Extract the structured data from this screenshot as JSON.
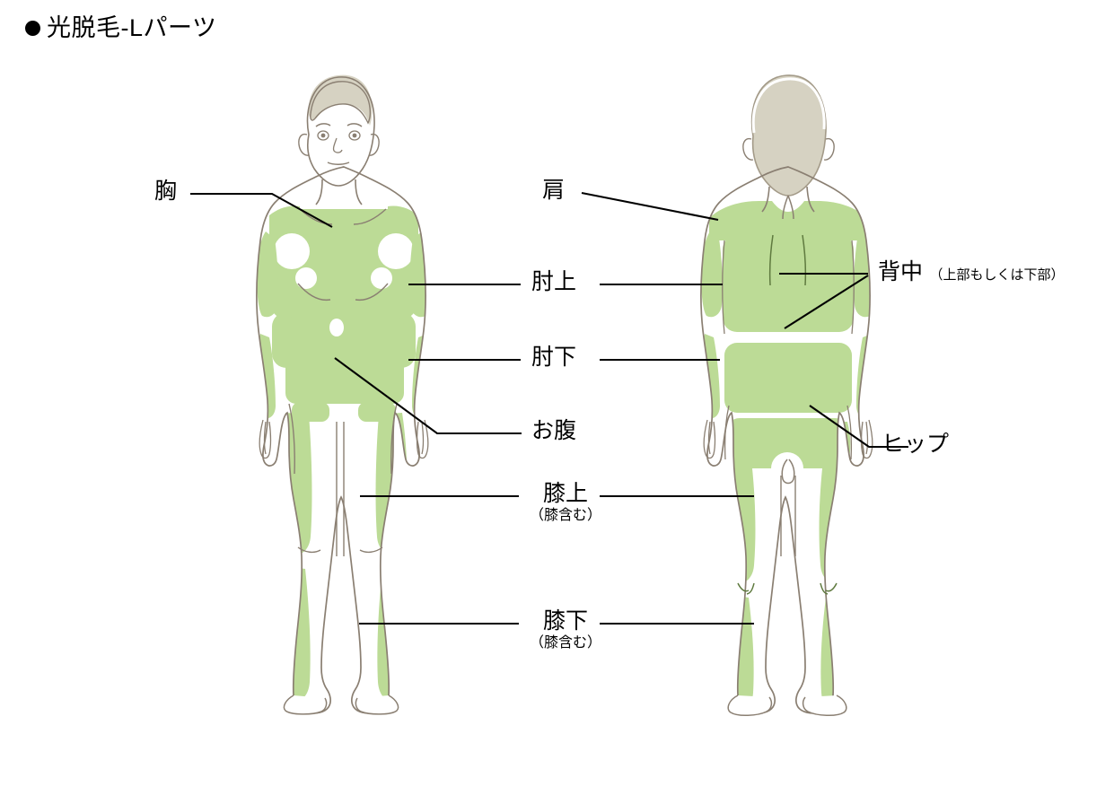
{
  "title": {
    "bullet": "filled-circle-bullet",
    "text": "光脱毛-Lパーツ"
  },
  "figures": [
    {
      "id": "front",
      "view_label": "front-body-figure"
    },
    {
      "id": "back",
      "view_label": "back-body-figure"
    }
  ],
  "labels": {
    "chest": {
      "main": "胸",
      "sub": ""
    },
    "upper_arm": {
      "main": "肘上",
      "sub": ""
    },
    "lower_arm": {
      "main": "肘下",
      "sub": ""
    },
    "belly": {
      "main": "お腹",
      "sub": ""
    },
    "above_knee": {
      "main": "膝上",
      "sub": "（膝含む）"
    },
    "below_knee": {
      "main": "膝下",
      "sub": "（膝含む）"
    },
    "shoulder": {
      "main": "肩",
      "sub": ""
    },
    "back": {
      "main": "背中",
      "sub": "（上部もしくは下部）"
    },
    "hip": {
      "main": "ヒップ",
      "sub": ""
    }
  },
  "colors": {
    "treated_area_green": "#bcdb96",
    "treated_area_green_dark": "#b3d68c",
    "body_outline": "#8a7f72",
    "hair_fill": "#d6d2c2",
    "hair_outline": "#a39a88",
    "leader_line": "#000000",
    "text": "#000000",
    "background": "#ffffff"
  },
  "regions": {
    "front": [
      "胸",
      "肘上",
      "肘下",
      "お腹",
      "膝上",
      "膝下"
    ],
    "back": [
      "肩",
      "背中",
      "ヒップ",
      "肘上",
      "肘下",
      "膝上",
      "膝下"
    ]
  }
}
